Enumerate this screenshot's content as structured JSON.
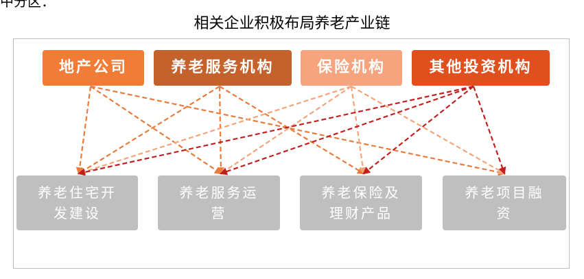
{
  "fragment": "中分区：",
  "title": "相关企业积极布局养老产业链",
  "sources": [
    {
      "label": "地产公司",
      "color": "#f07c37"
    },
    {
      "label": "养老服务机构",
      "color": "#c4622d"
    },
    {
      "label": "保险机构",
      "color": "#f5a47d"
    },
    {
      "label": "其他投资机构",
      "color": "#e0501f"
    }
  ],
  "targets": [
    {
      "label": "养老住宅开\n发建设",
      "color": "#bfbfbf"
    },
    {
      "label": "养老服务运\n营",
      "color": "#bfbfbf"
    },
    {
      "label": "养老保险及\n理财产品",
      "color": "#bfbfbf"
    },
    {
      "label": "养老项目融\n资",
      "color": "#bfbfbf"
    }
  ],
  "arrow_colors": {
    "light": "#f4a47a",
    "medium": "#e87a3c",
    "dark": "#c0201e"
  }
}
